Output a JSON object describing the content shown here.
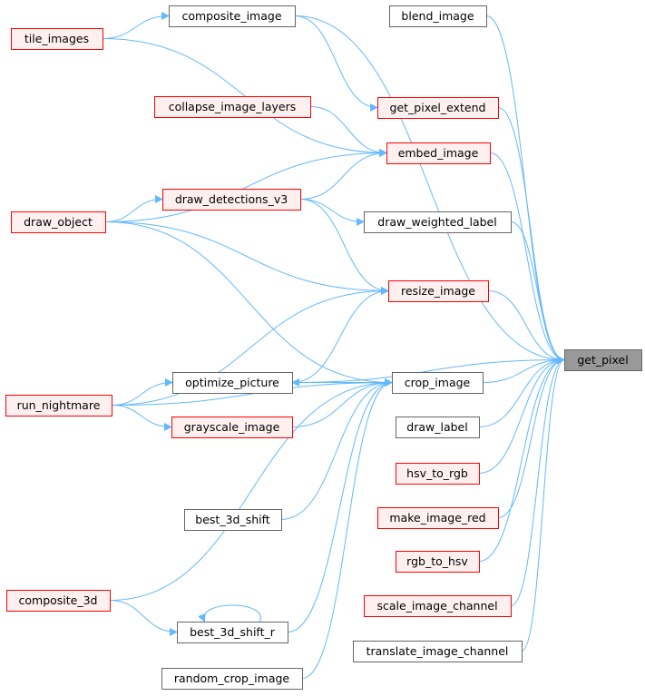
{
  "nodes": [
    {
      "id": "composite_image",
      "label": "composite_image",
      "style": "plain"
    },
    {
      "id": "blend_image",
      "label": "blend_image",
      "style": "plain"
    },
    {
      "id": "tile_images",
      "label": "tile_images",
      "style": "red"
    },
    {
      "id": "collapse_image_layers",
      "label": "collapse_image_layers",
      "style": "red"
    },
    {
      "id": "get_pixel_extend",
      "label": "get_pixel_extend",
      "style": "red"
    },
    {
      "id": "embed_image",
      "label": "embed_image",
      "style": "red"
    },
    {
      "id": "draw_detections_v3",
      "label": "draw_detections_v3",
      "style": "red"
    },
    {
      "id": "draw_object",
      "label": "draw_object",
      "style": "red"
    },
    {
      "id": "draw_weighted_label",
      "label": "draw_weighted_label",
      "style": "plain"
    },
    {
      "id": "resize_image",
      "label": "resize_image",
      "style": "red"
    },
    {
      "id": "get_pixel",
      "label": "get_pixel",
      "style": "focus"
    },
    {
      "id": "optimize_picture",
      "label": "optimize_picture",
      "style": "plain"
    },
    {
      "id": "crop_image",
      "label": "crop_image",
      "style": "plain"
    },
    {
      "id": "run_nightmare",
      "label": "run_nightmare",
      "style": "red"
    },
    {
      "id": "grayscale_image",
      "label": "grayscale_image",
      "style": "red"
    },
    {
      "id": "draw_label",
      "label": "draw_label",
      "style": "plain"
    },
    {
      "id": "hsv_to_rgb",
      "label": "hsv_to_rgb",
      "style": "red"
    },
    {
      "id": "best_3d_shift",
      "label": "best_3d_shift",
      "style": "plain"
    },
    {
      "id": "make_image_red",
      "label": "make_image_red",
      "style": "red"
    },
    {
      "id": "rgb_to_hsv",
      "label": "rgb_to_hsv",
      "style": "red"
    },
    {
      "id": "composite_3d",
      "label": "composite_3d",
      "style": "red"
    },
    {
      "id": "scale_image_channel",
      "label": "scale_image_channel",
      "style": "red"
    },
    {
      "id": "best_3d_shift_r",
      "label": "best_3d_shift_r",
      "style": "plain"
    },
    {
      "id": "translate_image_channel",
      "label": "translate_image_channel",
      "style": "plain"
    },
    {
      "id": "random_crop_image",
      "label": "random_crop_image",
      "style": "plain"
    }
  ],
  "edges": [
    [
      "composite_image",
      "get_pixel"
    ],
    [
      "blend_image",
      "get_pixel"
    ],
    [
      "tile_images",
      "composite_image"
    ],
    [
      "tile_images",
      "embed_image"
    ],
    [
      "composite_image",
      "get_pixel_extend"
    ],
    [
      "get_pixel_extend",
      "get_pixel"
    ],
    [
      "collapse_image_layers",
      "embed_image"
    ],
    [
      "embed_image",
      "get_pixel"
    ],
    [
      "draw_detections_v3",
      "embed_image"
    ],
    [
      "draw_object",
      "embed_image"
    ],
    [
      "draw_object",
      "draw_detections_v3"
    ],
    [
      "draw_detections_v3",
      "draw_weighted_label"
    ],
    [
      "draw_detections_v3",
      "resize_image"
    ],
    [
      "draw_weighted_label",
      "get_pixel"
    ],
    [
      "draw_object",
      "resize_image"
    ],
    [
      "draw_object",
      "crop_image"
    ],
    [
      "resize_image",
      "get_pixel"
    ],
    [
      "run_nightmare",
      "resize_image"
    ],
    [
      "optimize_picture",
      "resize_image"
    ],
    [
      "optimize_picture",
      "get_pixel"
    ],
    [
      "crop_image",
      "get_pixel"
    ],
    [
      "crop_image",
      "optimize_picture"
    ],
    [
      "run_nightmare",
      "optimize_picture"
    ],
    [
      "run_nightmare",
      "grayscale_image"
    ],
    [
      "run_nightmare",
      "crop_image"
    ],
    [
      "grayscale_image",
      "crop_image"
    ],
    [
      "draw_label",
      "get_pixel"
    ],
    [
      "hsv_to_rgb",
      "get_pixel"
    ],
    [
      "best_3d_shift",
      "crop_image"
    ],
    [
      "make_image_red",
      "get_pixel"
    ],
    [
      "rgb_to_hsv",
      "get_pixel"
    ],
    [
      "composite_3d",
      "crop_image"
    ],
    [
      "composite_3d",
      "best_3d_shift_r"
    ],
    [
      "scale_image_channel",
      "get_pixel"
    ],
    [
      "best_3d_shift_r",
      "best_3d_shift_r"
    ],
    [
      "best_3d_shift_r",
      "crop_image"
    ],
    [
      "translate_image_channel",
      "get_pixel"
    ],
    [
      "random_crop_image",
      "crop_image"
    ]
  ],
  "colors": {
    "edge": "#63b8ff",
    "plain_border": "#666666",
    "plain_fill": "#ffffff",
    "red_border": "#ff0000",
    "red_fill": "#fff0f0",
    "focus_border": "#666666",
    "focus_fill": "#999999"
  }
}
